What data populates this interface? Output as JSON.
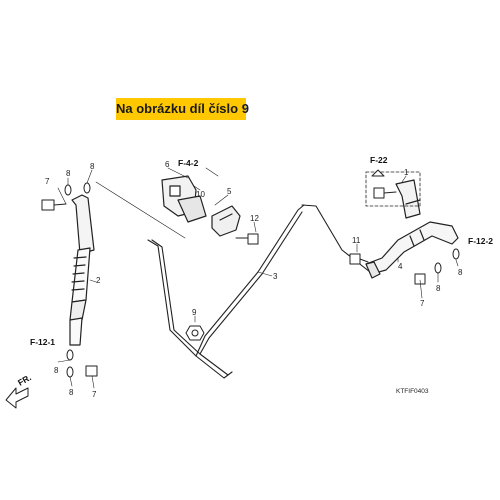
{
  "banner": {
    "text": "Na obrázku díl číslo 9"
  },
  "callouts": [
    "1",
    "2",
    "3",
    "4",
    "5",
    "6",
    "7",
    "8",
    "9",
    "10",
    "11",
    "12"
  ],
  "refs": {
    "f42": "F-4-2",
    "f22": "F-22",
    "f121": "F-12-1",
    "f122": "F-12-2"
  },
  "front_label": "FR.",
  "diagram_code": "KTFIF0403",
  "colors": {
    "banner": "#FFC800",
    "ink": "#222222"
  }
}
